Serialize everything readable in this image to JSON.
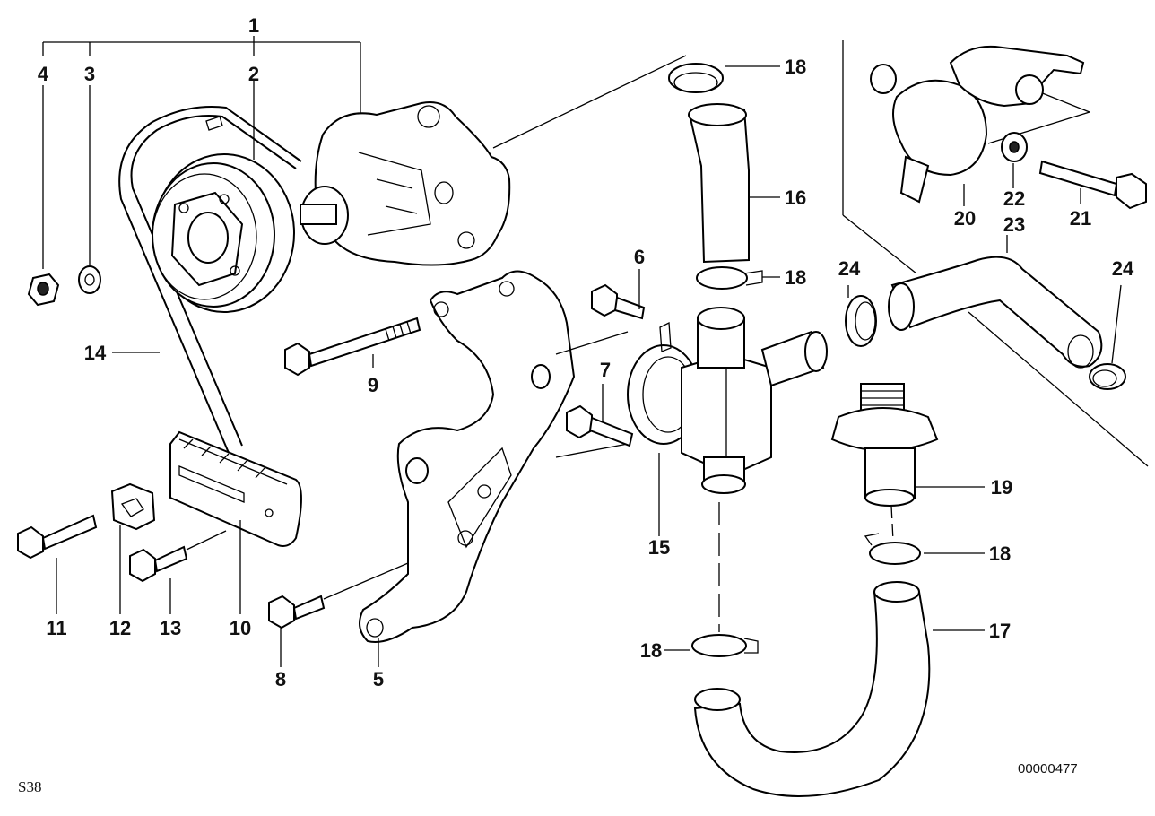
{
  "labels": {
    "p1": "1",
    "p2": "2",
    "p3": "3",
    "p4": "4",
    "p5": "5",
    "p6": "6",
    "p7": "7",
    "p8": "8",
    "p9": "9",
    "p10": "10",
    "p11": "11",
    "p12": "12",
    "p13": "13",
    "p14": "14",
    "p15": "15",
    "p16": "16",
    "p17": "17",
    "p18a": "18",
    "p18b": "18",
    "p18c": "18",
    "p18d": "18",
    "p19": "19",
    "p20": "20",
    "p21": "21",
    "p22": "22",
    "p23": "23",
    "p24a": "24",
    "p24b": "24"
  },
  "footer": {
    "section": "S38",
    "drawing_number": "00000477"
  }
}
